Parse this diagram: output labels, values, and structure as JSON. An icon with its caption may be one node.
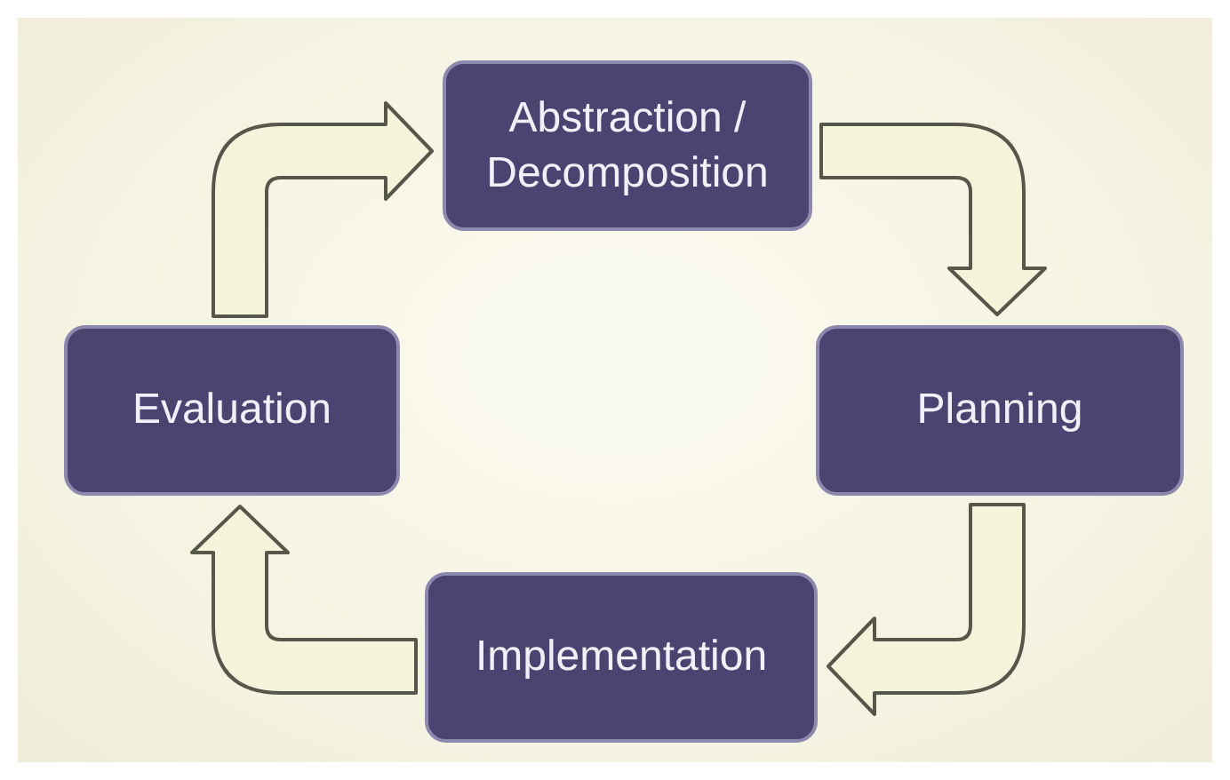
{
  "diagram": {
    "nodes": [
      {
        "text": [
          "Abstraction / Decomposition"
        ]
      },
      {
        "text": [
          "Planning"
        ]
      },
      {
        "text": [
          "Implementation"
        ]
      },
      {
        "text": [
          "Evaluation"
        ]
      }
    ],
    "edges": [
      {
        "from": 0,
        "to": 1,
        "arrow": "to"
      },
      {
        "from": 1,
        "to": 2,
        "arrow": "to"
      },
      {
        "from": 2,
        "to": 3,
        "arrow": "to"
      },
      {
        "from": 3,
        "to": 0,
        "arrow": "to"
      }
    ]
  }
}
